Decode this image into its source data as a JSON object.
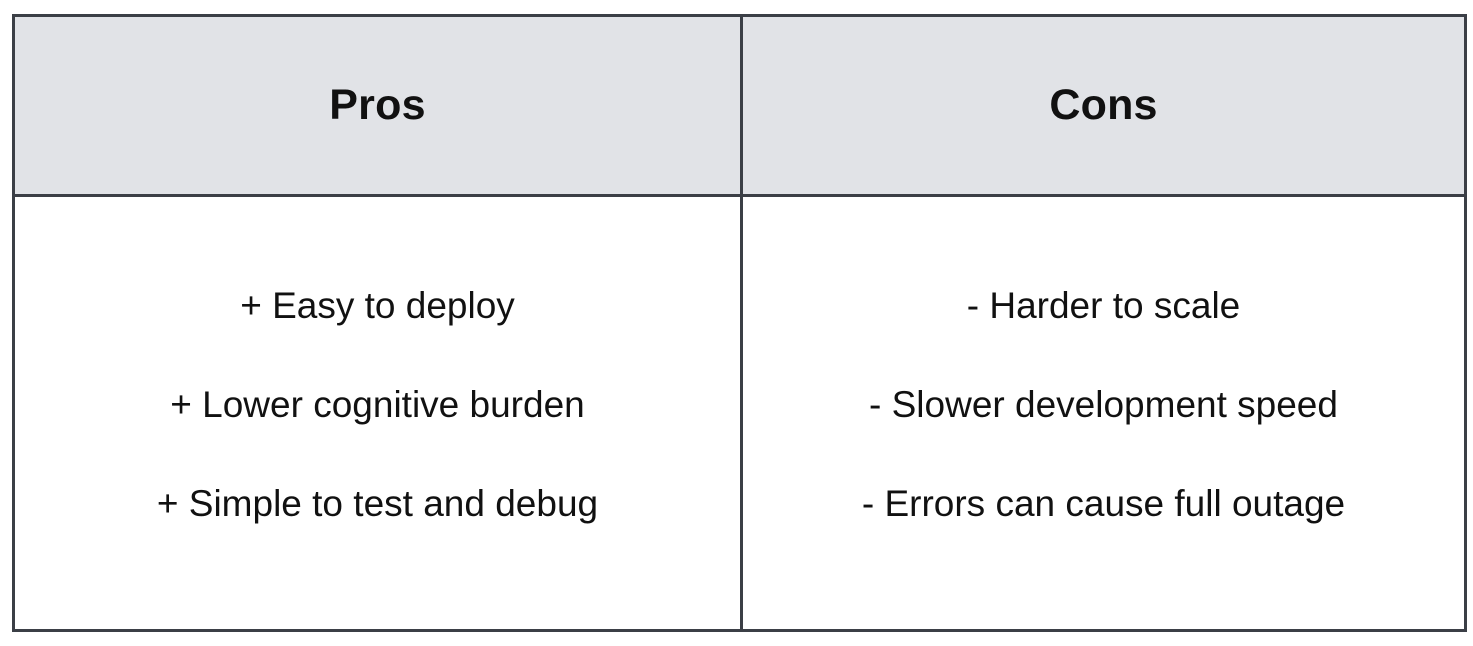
{
  "table": {
    "pros": {
      "header": "Pros",
      "items": [
        "+ Easy to deploy",
        "+ Lower cognitive burden",
        "+ Simple to test and debug"
      ]
    },
    "cons": {
      "header": "Cons",
      "items": [
        "- Harder to scale",
        "- Slower development speed",
        "- Errors can cause full outage"
      ]
    }
  },
  "colors": {
    "header_background": "#e1e3e7",
    "border": "#3b3f46",
    "text": "#111111"
  }
}
